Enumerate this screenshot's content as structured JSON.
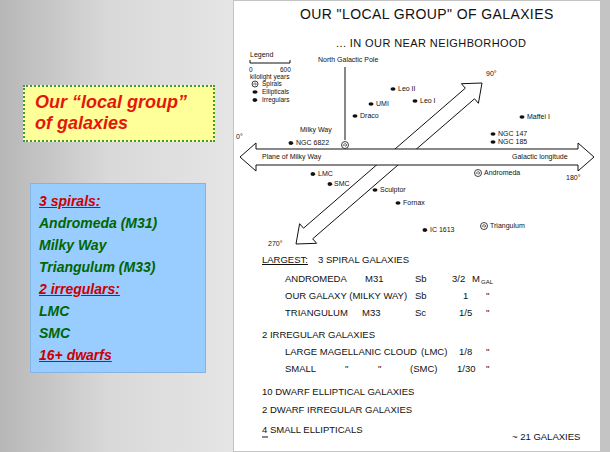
{
  "diagram": {
    "nodes": [
      {
        "text": [
          "Our “local group” of galaxies"
        ]
      },
      {
        "text": [
          "3 spirals:",
          "Andromeda (M31)",
          "Milky Way",
          "Triangulum (M33)",
          "2 irregulars:",
          "LMC",
          "SMC",
          "16+ dwarfs"
        ]
      },
      {
        "text": [
          "OUR \"LOCAL GROUP\" OF GALAXIES",
          "... IN OUR NEAR NEIGHBORHOOD"
        ]
      }
    ],
    "labels": [
      "Legend",
      "0",
      "600",
      "kilolight years",
      "North Galactic Pole",
      "90°",
      "Leo II",
      "Leo I",
      "UMI",
      "Draco",
      "Milky Way",
      "Maffei I",
      "NGC 147",
      "NGC 185",
      "Plane of Milky Way",
      "NGC 6822",
      "0°",
      "Galactic longitude",
      "180°",
      "LMC",
      "SMC",
      "Sculptor",
      "Andromeda",
      "Fornax",
      "Triangulum",
      "270°",
      "IC 1613",
      "LARGEST:",
      "3 SPIRAL GALAXIES",
      "ANDROMEDA",
      "M31",
      "Sb",
      "3/2",
      "M",
      "GAL",
      "OUR GALAXY (MILKY WAY)",
      "Sb",
      "1",
      "\"",
      "TRIANGULUM",
      "M33",
      "Sc",
      "1/5",
      "\"",
      "2 IRREGULAR GALAXIES",
      "LARGE MAGELLANIC CLOUD",
      "(LMC)",
      "1/8",
      "\"",
      "SMALL",
      "\"",
      "\"",
      "(SMC)",
      "1/30",
      "\"",
      "10 DWARF ELLIPTICAL GALAXIES",
      "2 DWARF IRREGULAR GALAXIES",
      "4 SMALL ELLIPTICALS",
      "~ 21 GALAXIES"
    ],
    "legend": [
      {
        "text": "Spirals"
      },
      {
        "text": "Ellipticals"
      },
      {
        "text": "Irregulars"
      }
    ]
  }
}
